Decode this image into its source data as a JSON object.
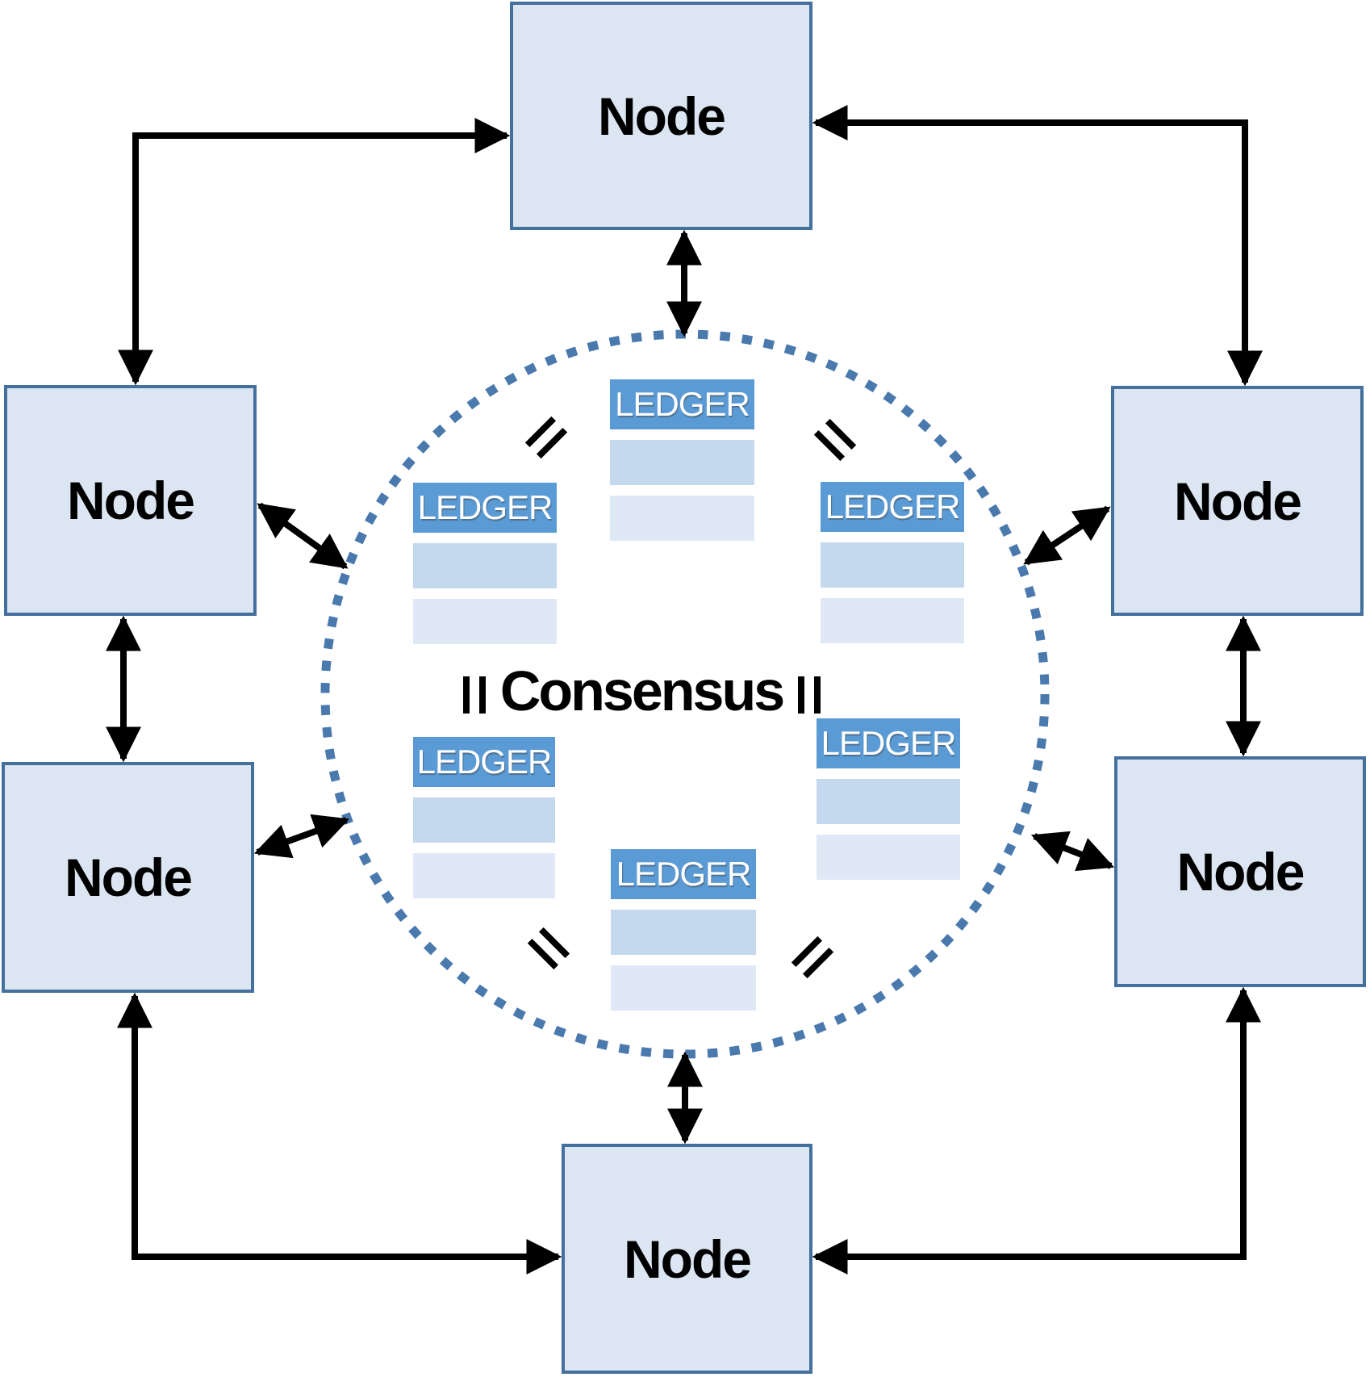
{
  "diagram": {
    "consensus_label": "Consensus",
    "nodes": [
      {
        "id": "top",
        "label": "Node"
      },
      {
        "id": "upper-left",
        "label": "Node"
      },
      {
        "id": "upper-right",
        "label": "Node"
      },
      {
        "id": "lower-left",
        "label": "Node"
      },
      {
        "id": "lower-right",
        "label": "Node"
      },
      {
        "id": "bottom",
        "label": "Node"
      }
    ],
    "ledgers": [
      {
        "id": "top",
        "label": "LEDGER"
      },
      {
        "id": "upper-left",
        "label": "LEDGER"
      },
      {
        "id": "upper-right",
        "label": "LEDGER"
      },
      {
        "id": "lower-left",
        "label": "LEDGER"
      },
      {
        "id": "lower-right",
        "label": "LEDGER"
      },
      {
        "id": "bottom",
        "label": "LEDGER"
      }
    ],
    "equals_marks_count": 6,
    "colors": {
      "node_fill": "#dce6f2",
      "node_border": "#44709d",
      "node_text": "#000000",
      "ledger_header": "#5b9bd5",
      "ledger_text": "#ffffff",
      "ledger_row_mid": "#c5d9ee",
      "ledger_row_light": "#dfe9f6",
      "circle_dot": "#4a7aad",
      "arrow": "#000000",
      "consensus_text": "#000000"
    }
  }
}
